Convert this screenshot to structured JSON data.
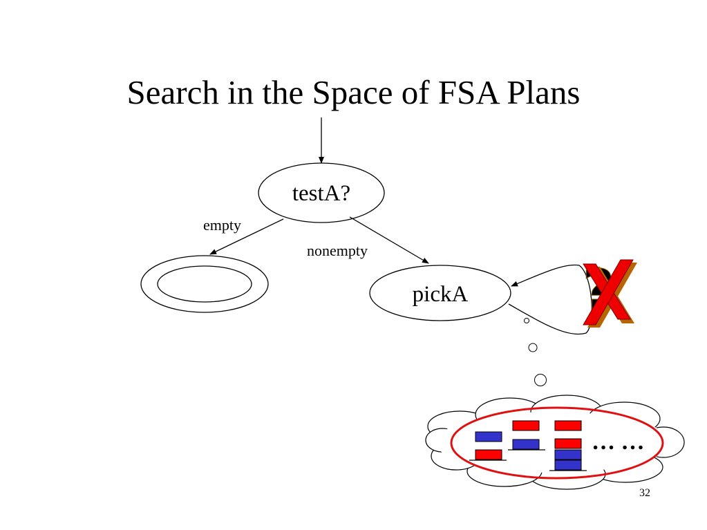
{
  "slide": {
    "title": "Search in the Space of FSA Plans",
    "page_number": "32"
  },
  "diagram": {
    "states": {
      "test": "testA?",
      "pick": "pickA"
    },
    "edges": {
      "empty": "empty",
      "nonempty": "nonempty"
    },
    "ellipsis": "… …"
  },
  "colors": {
    "block_red": "#ff0000",
    "block_blue": "#3333cc",
    "highlight_ring": "#e01010",
    "cross_red": "#ee0000",
    "cross_shadow": "#b86400",
    "question_mark": "#e8a000"
  }
}
